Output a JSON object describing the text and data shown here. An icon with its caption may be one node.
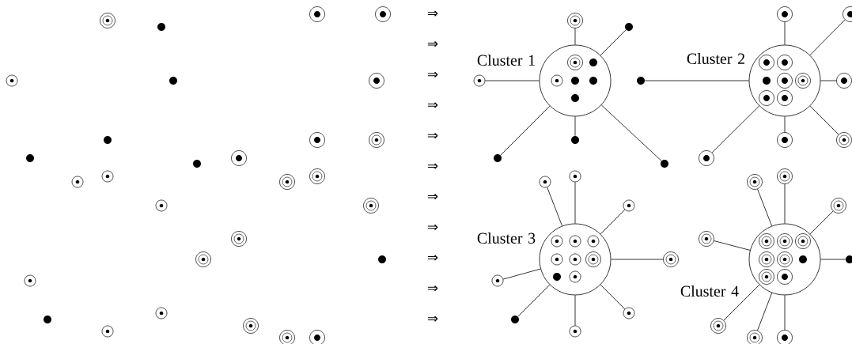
{
  "diagram": {
    "nodes": [
      {
        "text": [],
        "shape": "circle"
      },
      {
        "text": [],
        "shape": "circle"
      },
      {
        "text": [],
        "shape": "circle"
      },
      {
        "text": [],
        "shape": "circle"
      },
      {
        "text": [],
        "shape": "circle"
      },
      {
        "text": [],
        "shape": "circle"
      },
      {
        "text": [],
        "shape": "circle"
      },
      {
        "text": [],
        "shape": "circle"
      },
      {
        "text": [],
        "shape": "circle"
      },
      {
        "text": [],
        "shape": "circle"
      },
      {
        "text": [],
        "shape": "circle"
      },
      {
        "text": [],
        "shape": "circle"
      },
      {
        "text": [],
        "shape": "circle"
      },
      {
        "text": [],
        "shape": "circle"
      },
      {
        "text": [],
        "shape": "circle"
      },
      {
        "text": [],
        "shape": "circle"
      },
      {
        "text": [],
        "shape": "circle"
      },
      {
        "text": [],
        "shape": "circle"
      },
      {
        "text": [],
        "shape": "circle"
      },
      {
        "text": [],
        "shape": "circle"
      },
      {
        "text": [],
        "shape": "circle"
      },
      {
        "text": [],
        "shape": "circle"
      },
      {
        "text": [],
        "shape": "circle"
      },
      {
        "text": [],
        "shape": "circle"
      },
      {
        "text": [],
        "shape": "circle"
      },
      {
        "text": [],
        "shape": "circle"
      },
      {
        "text": [],
        "shape": "circle"
      },
      {
        "text": [],
        "shape": "circle"
      },
      {
        "text": [],
        "shape": "circle"
      },
      {
        "text": [
          "Cluster 1"
        ]
      },
      {
        "text": [],
        "shape": "circle",
        "in": 29
      },
      {
        "text": [],
        "shape": "circle",
        "in": 29
      },
      {
        "text": [],
        "shape": "circle",
        "in": 29
      },
      {
        "text": [],
        "shape": "circle",
        "in": 29
      },
      {
        "text": [],
        "shape": "circle",
        "in": 29
      },
      {
        "text": [],
        "shape": "circle",
        "in": 29
      },
      {
        "text": [],
        "shape": "circle"
      },
      {
        "text": [],
        "shape": "circle"
      },
      {
        "text": [],
        "shape": "circle"
      },
      {
        "text": [],
        "shape": "circle"
      },
      {
        "text": [],
        "shape": "circle"
      },
      {
        "text": [],
        "shape": "circle"
      },
      {
        "text": [
          "Cluster 2"
        ]
      },
      {
        "text": [],
        "shape": "circle",
        "in": 42
      },
      {
        "text": [],
        "shape": "circle",
        "in": 42
      },
      {
        "text": [],
        "shape": "circle",
        "in": 42
      },
      {
        "text": [],
        "shape": "circle",
        "in": 42
      },
      {
        "text": [],
        "shape": "circle",
        "in": 42
      },
      {
        "text": [],
        "shape": "circle",
        "in": 42
      },
      {
        "text": [],
        "shape": "circle",
        "in": 42
      },
      {
        "text": [],
        "shape": "circle"
      },
      {
        "text": [],
        "shape": "circle"
      },
      {
        "text": [],
        "shape": "circle"
      },
      {
        "text": [],
        "shape": "circle"
      },
      {
        "text": [],
        "shape": "circle"
      },
      {
        "text": [],
        "shape": "circle"
      },
      {
        "text": [],
        "shape": "circle"
      },
      {
        "text": [
          "Cluster 3"
        ]
      },
      {
        "text": [],
        "shape": "circle",
        "in": 57
      },
      {
        "text": [],
        "shape": "circle",
        "in": 57
      },
      {
        "text": [],
        "shape": "circle",
        "in": 57
      },
      {
        "text": [],
        "shape": "circle",
        "in": 57
      },
      {
        "text": [],
        "shape": "circle",
        "in": 57
      },
      {
        "text": [],
        "shape": "circle",
        "in": 57
      },
      {
        "text": [],
        "shape": "circle",
        "in": 57
      },
      {
        "text": [],
        "shape": "circle",
        "in": 57
      },
      {
        "text": [],
        "shape": "circle"
      },
      {
        "text": [],
        "shape": "circle"
      },
      {
        "text": [],
        "shape": "circle"
      },
      {
        "text": [],
        "shape": "circle"
      },
      {
        "text": [],
        "shape": "circle"
      },
      {
        "text": [],
        "shape": "circle"
      },
      {
        "text": [],
        "shape": "circle"
      },
      {
        "text": [],
        "shape": "circle"
      },
      {
        "text": [
          "Cluster 4"
        ]
      },
      {
        "text": [],
        "shape": "circle",
        "in": 74
      },
      {
        "text": [],
        "shape": "circle",
        "in": 74
      },
      {
        "text": [],
        "shape": "circle",
        "in": 74
      },
      {
        "text": [],
        "shape": "circle",
        "in": 74
      },
      {
        "text": [],
        "shape": "circle",
        "in": 74
      },
      {
        "text": [],
        "shape": "circle",
        "in": 74
      },
      {
        "text": [],
        "shape": "circle",
        "in": 74
      },
      {
        "text": [],
        "shape": "circle",
        "in": 74
      },
      {
        "text": [],
        "shape": "circle"
      },
      {
        "text": [],
        "shape": "circle"
      },
      {
        "text": [],
        "shape": "circle"
      },
      {
        "text": [],
        "shape": "circle"
      },
      {
        "text": [],
        "shape": "circle"
      },
      {
        "text": [],
        "shape": "circle"
      },
      {
        "text": [],
        "shape": "circle"
      },
      {
        "text": [],
        "shape": "circle"
      }
    ],
    "edges": [
      {
        "from": 29,
        "to": 36,
        "arrow": "none"
      },
      {
        "from": 29,
        "to": 37,
        "arrow": "none"
      },
      {
        "from": 29,
        "to": 38,
        "arrow": "none"
      },
      {
        "from": 29,
        "to": 39,
        "arrow": "none"
      },
      {
        "from": 29,
        "to": 40,
        "arrow": "none"
      },
      {
        "from": 29,
        "to": 41,
        "arrow": "none"
      },
      {
        "from": 42,
        "to": 50,
        "arrow": "none"
      },
      {
        "from": 42,
        "to": 51,
        "arrow": "none"
      },
      {
        "from": 42,
        "to": 52,
        "arrow": "none"
      },
      {
        "from": 42,
        "to": 53,
        "arrow": "none"
      },
      {
        "from": 42,
        "to": 54,
        "arrow": "none"
      },
      {
        "from": 42,
        "to": 55,
        "arrow": "none"
      },
      {
        "from": 42,
        "to": 56,
        "arrow": "none"
      },
      {
        "from": 57,
        "to": 66,
        "arrow": "none"
      },
      {
        "from": 57,
        "to": 67,
        "arrow": "none"
      },
      {
        "from": 57,
        "to": 68,
        "arrow": "none"
      },
      {
        "from": 57,
        "to": 69,
        "arrow": "none"
      },
      {
        "from": 57,
        "to": 70,
        "arrow": "none"
      },
      {
        "from": 57,
        "to": 71,
        "arrow": "none"
      },
      {
        "from": 57,
        "to": 72,
        "arrow": "none"
      },
      {
        "from": 57,
        "to": 73,
        "arrow": "none"
      },
      {
        "from": 74,
        "to": 83,
        "arrow": "none"
      },
      {
        "from": 74,
        "to": 84,
        "arrow": "none"
      },
      {
        "from": 74,
        "to": 85,
        "arrow": "none"
      },
      {
        "from": 74,
        "to": 86,
        "arrow": "none"
      },
      {
        "from": 74,
        "to": 87,
        "arrow": "none"
      },
      {
        "from": 74,
        "to": 88,
        "arrow": "none"
      },
      {
        "from": 74,
        "to": 89,
        "arrow": "none"
      },
      {
        "from": 74,
        "to": 90,
        "arrow": "none"
      }
    ],
    "labels": [
      "⇒",
      "⇒",
      "⇒",
      "⇒",
      "⇒",
      "⇒",
      "⇒",
      "⇒",
      "⇒",
      "⇒",
      "⇒"
    ]
  }
}
